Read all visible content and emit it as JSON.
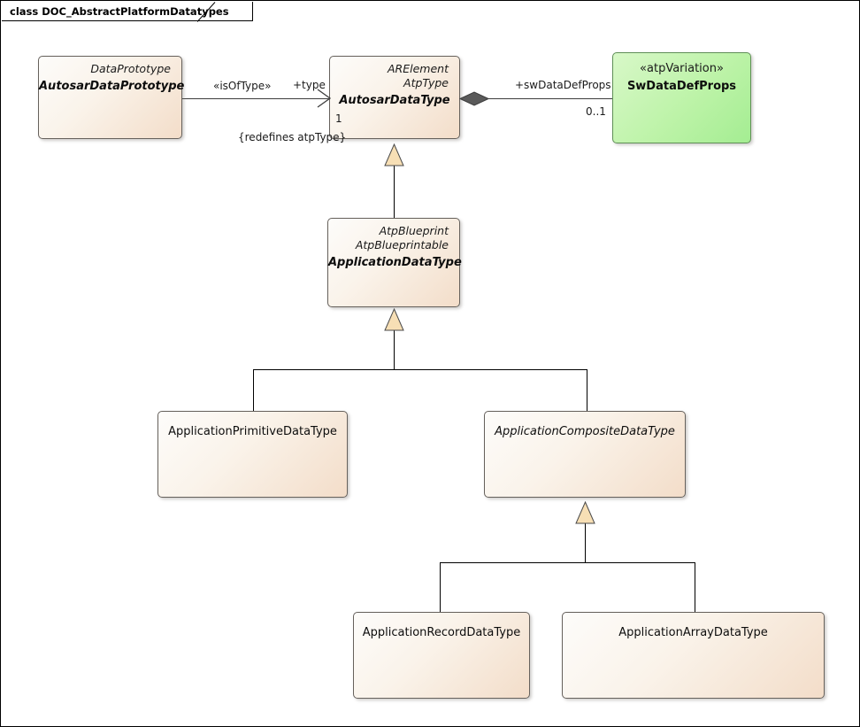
{
  "frame": {
    "title": "class DOC_AbstractPlatformDatatypes"
  },
  "classes": {
    "autosar_data_prototype": {
      "stereotypes": [
        "DataPrototype"
      ],
      "name": "AutosarDataPrototype"
    },
    "autosar_data_type": {
      "stereotypes": [
        "ARElement",
        "AtpType"
      ],
      "name": "AutosarDataType",
      "inner_multiplicity": "1"
    },
    "sw_data_def_props": {
      "stereotypes": [
        "«atpVariation»"
      ],
      "name": "SwDataDefProps"
    },
    "application_data_type": {
      "stereotypes": [
        "AtpBlueprint",
        "AtpBlueprintable"
      ],
      "name": "ApplicationDataType"
    },
    "application_primitive_data_type": {
      "name": "ApplicationPrimitiveDataType"
    },
    "application_composite_data_type": {
      "name": "ApplicationCompositeDataType"
    },
    "application_record_data_type": {
      "name": "ApplicationRecordDataType"
    },
    "application_array_data_type": {
      "name": "ApplicationArrayDataType"
    }
  },
  "connectors": {
    "is_of_type": {
      "stereotype": "«isOfType»",
      "role": "+type",
      "constraint": "{redefines atpType}",
      "target_multiplicity": "1"
    },
    "sw_data_def_props_composition": {
      "role": "+swDataDefProps",
      "target_multiplicity": "0..1"
    }
  },
  "colors": {
    "class_fill_light": "#fdfcfa",
    "class_fill_dark": "#f3ddc9",
    "class_border": "#66615c",
    "green_fill_light": "#d8f8c8",
    "green_fill_dark": "#a4ed92",
    "green_border": "#5f8f57",
    "generalization_fill": "#f7dfb5",
    "line": "#000000",
    "diamond_fill": "#5a5a5a"
  }
}
